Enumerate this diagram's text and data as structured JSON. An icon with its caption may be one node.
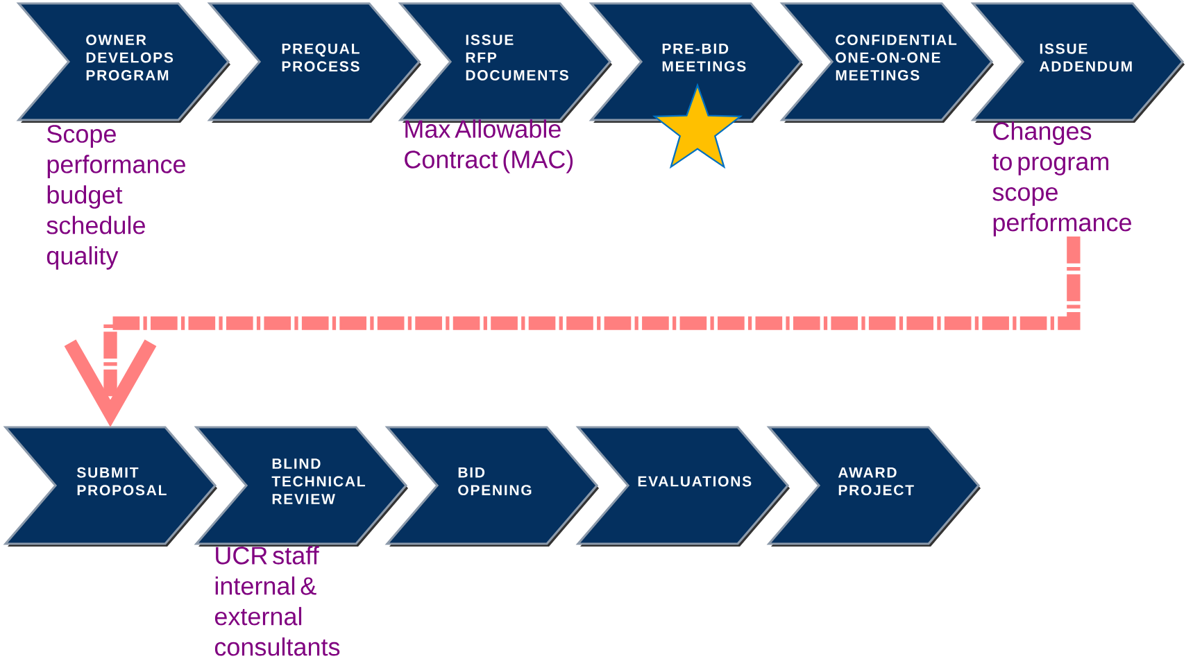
{
  "diagram": {
    "nodes": [
      {
        "text": [
          "OWNER DEVELOPS PROGRAM"
        ],
        "beside": [
          "Scope performance budget schedule quality"
        ]
      },
      {
        "text": [
          "PREQUAL PROCESS"
        ]
      },
      {
        "text": [
          "ISSUE RFP DOCUMENTS"
        ],
        "beside": [
          "Max Allowable Contract (MAC)"
        ]
      },
      {
        "text": [
          "PRE-BID MEETINGS"
        ]
      },
      {
        "text": [
          "CONFIDENTIAL ONE-ON-ONE MEETINGS"
        ]
      },
      {
        "text": [
          "ISSUE ADDENDUM"
        ],
        "beside": [
          "Changes to program scope performance"
        ]
      },
      {
        "text": [
          "SUBMIT PROPOSAL"
        ]
      },
      {
        "text": [
          "BLIND TECHNICAL REVIEW"
        ],
        "beside": [
          "UCR staff internal & external consultants"
        ]
      },
      {
        "text": [
          "BID OPENING"
        ]
      },
      {
        "text": [
          "EVALUATIONS"
        ]
      },
      {
        "text": [
          "AWARD PROJECT"
        ]
      }
    ],
    "edges": [
      {
        "from": 5,
        "to": 6,
        "arrow": "to",
        "style": "dashed",
        "color": "#ff7f7f"
      }
    ]
  }
}
